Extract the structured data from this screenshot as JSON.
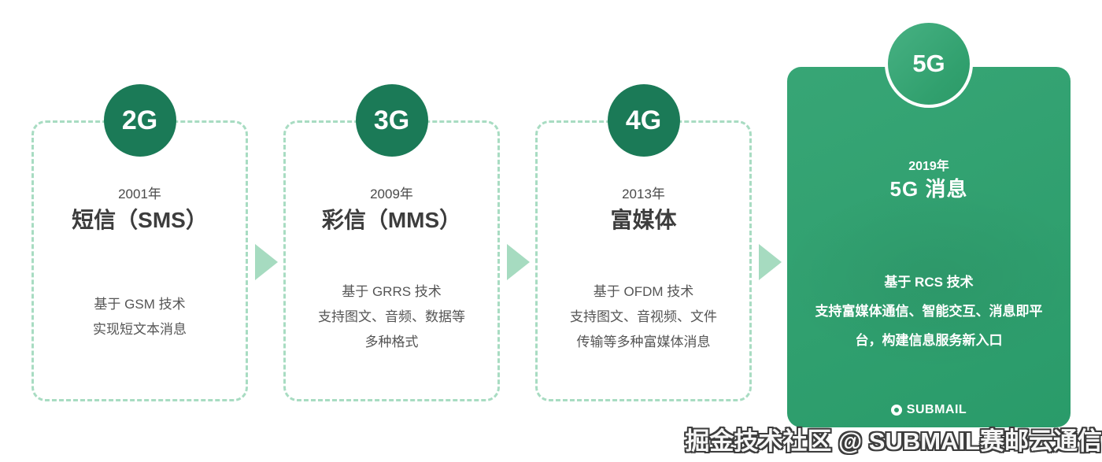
{
  "colors": {
    "badge_circle_green": "#1b7a57",
    "highlight_card_green": "#2ba06d",
    "light_green_accent": "#a8dcc2",
    "arrow_green": "#a6dbc0",
    "text_dark": "#3d3d3d",
    "text_body": "#555555"
  },
  "stages": [
    {
      "badge": "2G",
      "year": "2001年",
      "title": "短信（SMS）",
      "lines": [
        "基于 GSM 技术",
        "实现短文本消息"
      ]
    },
    {
      "badge": "3G",
      "year": "2009年",
      "title": "彩信（MMS）",
      "lines": [
        "基于 GRRS 技术",
        "支持图文、音频、数据等",
        "多种格式"
      ]
    },
    {
      "badge": "4G",
      "year": "2013年",
      "title": "富媒体",
      "lines": [
        "基于 OFDM 技术",
        "支持图文、音视频、文件",
        "传输等多种富媒体消息"
      ]
    },
    {
      "badge": "5G",
      "year": "2019年",
      "title": "5G 消息",
      "lines": [
        "基于 RCS 技术",
        "支持富媒体通信、智能交互、消息即平",
        "台，构建信息服务新入口"
      ],
      "logo_label": "SUBMAIL"
    }
  ],
  "watermark": {
    "text": "掘金技术社区 @ SUBMAIL赛邮云通信"
  }
}
